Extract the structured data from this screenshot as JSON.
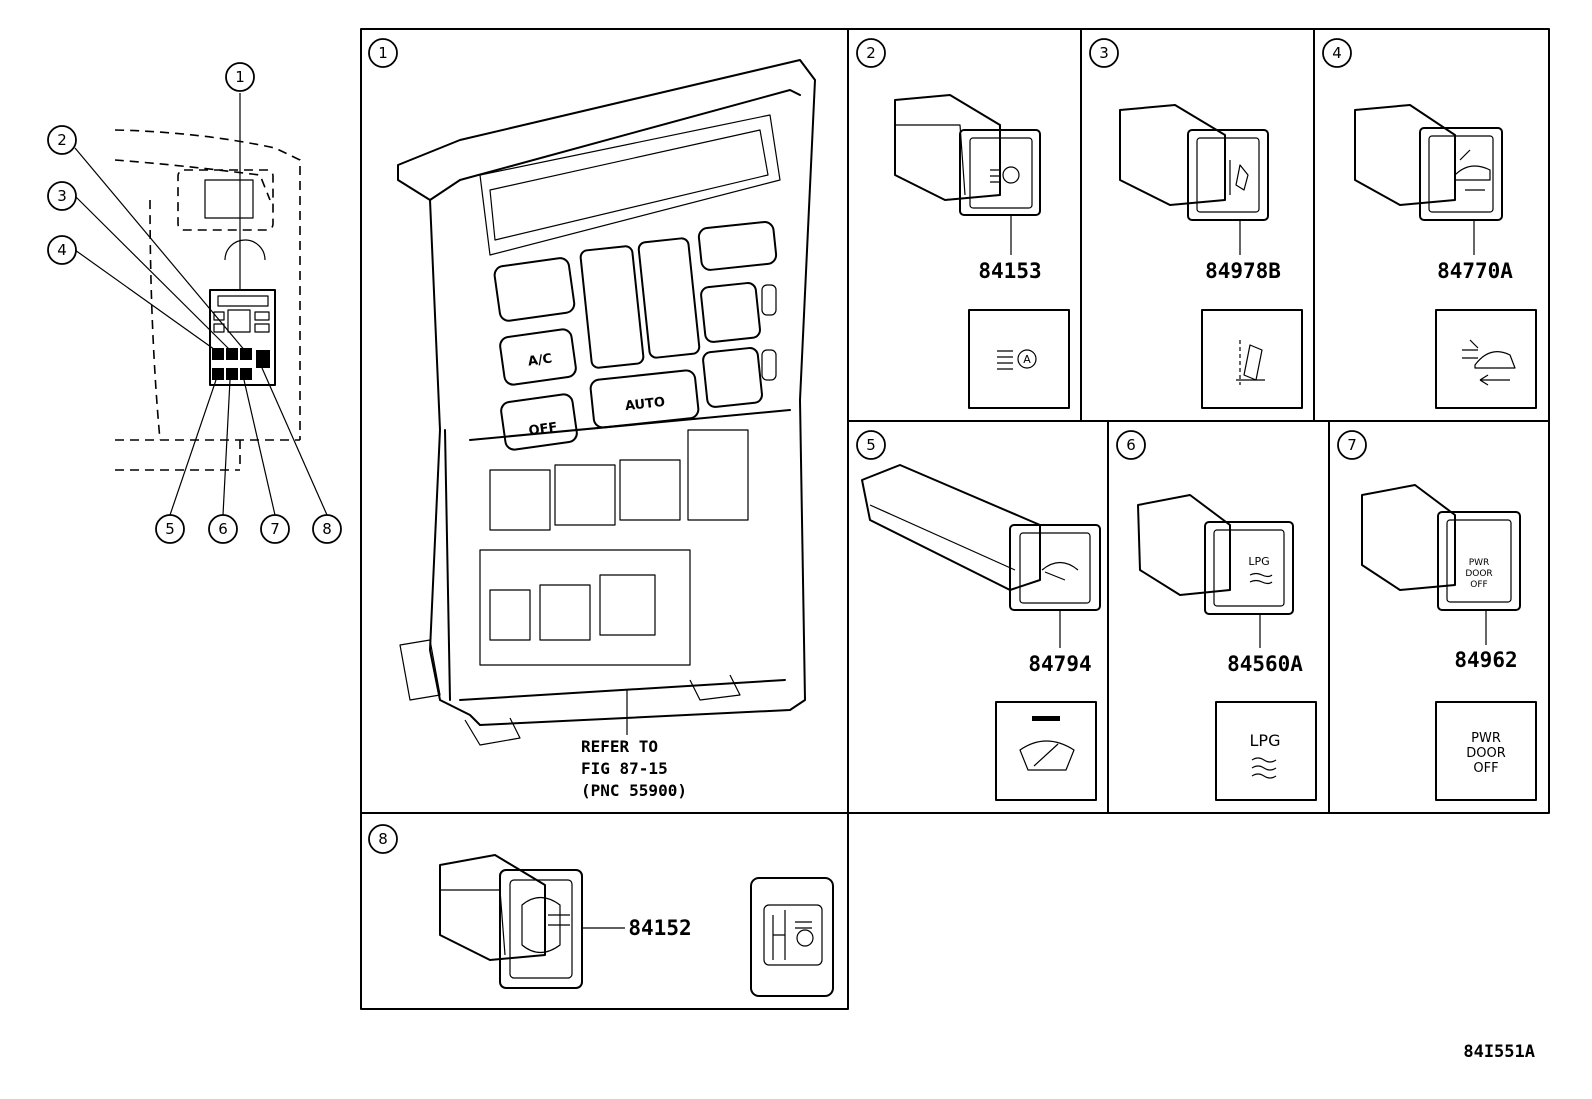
{
  "overview": {
    "callouts": [
      "1",
      "2",
      "3",
      "4",
      "5",
      "6",
      "7",
      "8"
    ]
  },
  "panels": [
    {
      "id": "1",
      "parts": [],
      "note_lines": [
        "REFER TO",
        "FIG 87-15",
        "(PNC 55900)"
      ],
      "buttons": {
        "ac": "A/C",
        "auto": "AUTO",
        "off": "OFF"
      }
    },
    {
      "id": "2",
      "part_no": "84153"
    },
    {
      "id": "3",
      "part_no": "84978B"
    },
    {
      "id": "4",
      "part_no": "84770A"
    },
    {
      "id": "5",
      "part_no": "84794"
    },
    {
      "id": "6",
      "part_no": "84560A",
      "symbol_text": "LPG"
    },
    {
      "id": "7",
      "part_no": "84962",
      "symbol_lines": [
        "PWR",
        "DOOR",
        "OFF"
      ]
    },
    {
      "id": "8",
      "part_no": "84152"
    }
  ],
  "figure_code": "84I551A"
}
